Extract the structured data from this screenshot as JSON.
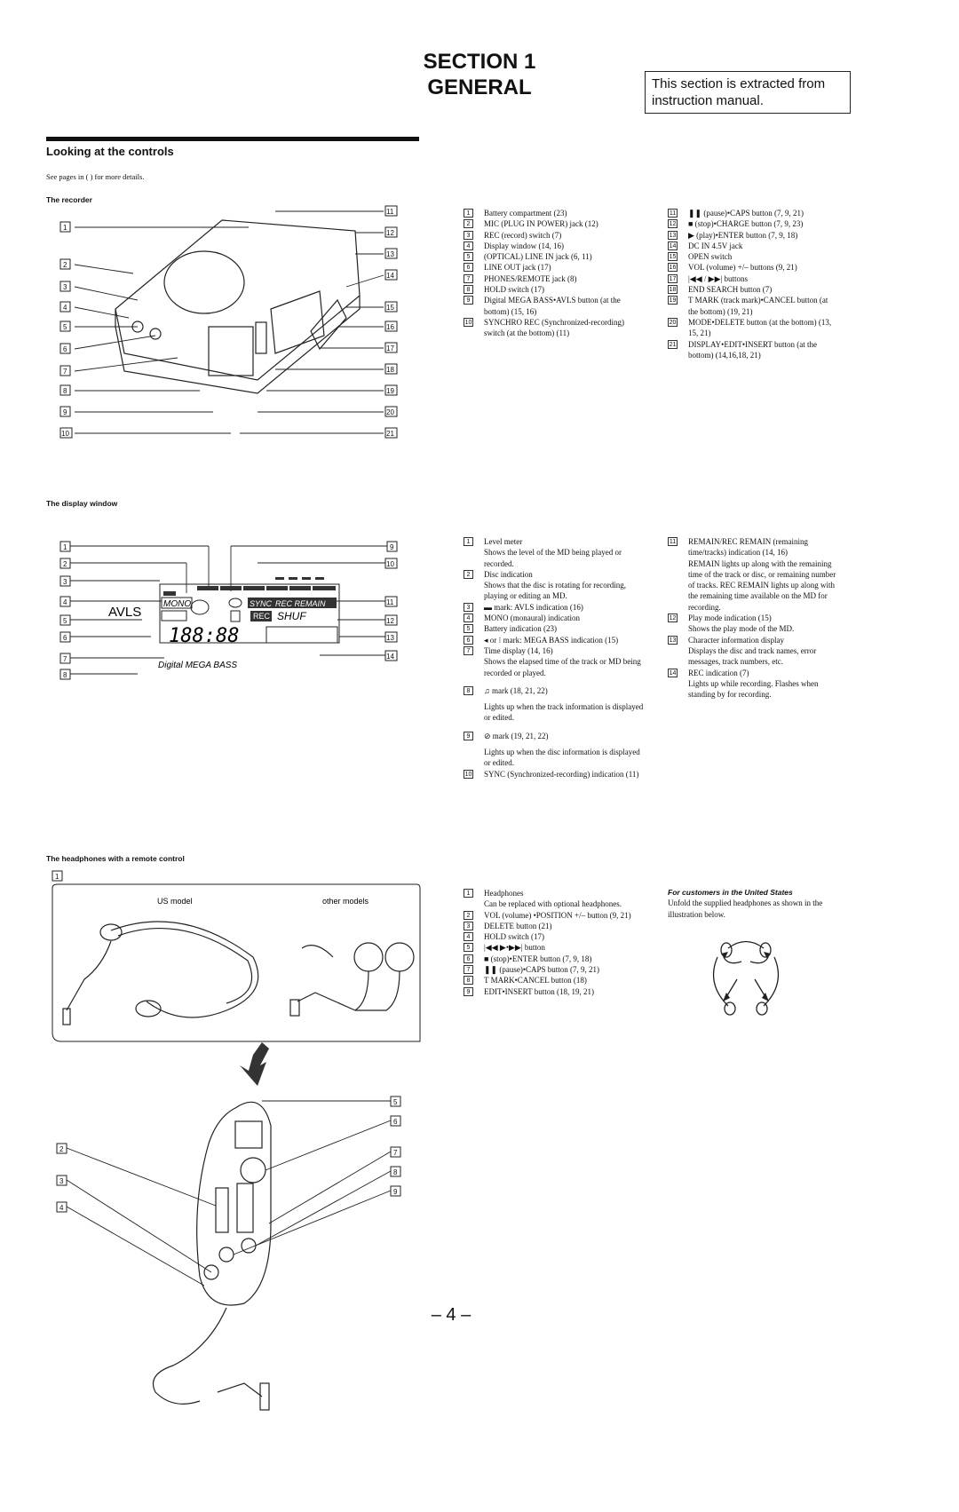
{
  "header": {
    "line1": "SECTION 1",
    "line2": "GENERAL"
  },
  "note": "This section is extracted from instruction manual.",
  "section_title": "Looking at the controls",
  "see_pages": "See pages in ( ) for more details.",
  "recorder": {
    "title": "The recorder",
    "items_col1": [
      {
        "n": "1",
        "text": "Battery compartment (23)"
      },
      {
        "n": "2",
        "text": "MIC (PLUG IN POWER) jack (12)"
      },
      {
        "n": "3",
        "text": "REC (record) switch (7)"
      },
      {
        "n": "4",
        "text": "Display window (14, 16)"
      },
      {
        "n": "5",
        "text": "(OPTICAL) LINE IN jack (6, 11)"
      },
      {
        "n": "6",
        "text": "LINE OUT jack (17)"
      },
      {
        "n": "7",
        "text": "PHONES/REMOTE jack (8)"
      },
      {
        "n": "8",
        "text": "HOLD switch (17)"
      },
      {
        "n": "9",
        "text": "Digital MEGA BASS•AVLS button (at the bottom) (15, 16)"
      },
      {
        "n": "10",
        "text": "SYNCHRO REC (Synchronized-recording) switch (at the bottom) (11)"
      }
    ],
    "items_col2": [
      {
        "n": "11",
        "text": "❚❚ (pause)•CAPS button (7, 9, 21)"
      },
      {
        "n": "12",
        "text": "■ (stop)•CHARGE button (7, 9, 23)"
      },
      {
        "n": "13",
        "text": "▶ (play)•ENTER button (7, 9, 18)"
      },
      {
        "n": "14",
        "text": "DC IN 4.5V jack"
      },
      {
        "n": "15",
        "text": "OPEN switch"
      },
      {
        "n": "16",
        "text": "VOL (volume) +/– buttons (9, 21)"
      },
      {
        "n": "17",
        "text": "|◀◀ / ▶▶| buttons"
      },
      {
        "n": "18",
        "text": "END SEARCH button (7)"
      },
      {
        "n": "19",
        "text": "T MARK (track mark)•CANCEL button (at the bottom) (19, 21)"
      },
      {
        "n": "20",
        "text": "MODE•DELETE button (at the bottom) (13, 15, 21)"
      },
      {
        "n": "21",
        "text": "DISPLAY•EDIT•INSERT button (at the bottom) (14,16,18, 21)"
      }
    ]
  },
  "display": {
    "title": "The display window",
    "lcd": {
      "mono": "MONO",
      "avls": "AVLS",
      "sync": "SYNC",
      "rec_remain": "REC REMAIN",
      "rec": "REC",
      "shuf": "SHUF",
      "time": "188:88",
      "mega": "Digital MEGA BASS"
    },
    "items_col1": [
      {
        "n": "1",
        "text": "Level meter",
        "desc": "Shows the level of the MD being played or recorded."
      },
      {
        "n": "2",
        "text": "Disc indication",
        "desc": "Shows that the disc is rotating for recording, playing or editing an MD."
      },
      {
        "n": "3",
        "text": "▬ mark: AVLS indication (16)",
        "desc": ""
      },
      {
        "n": "4",
        "text": "MONO (monaural) indication",
        "desc": ""
      },
      {
        "n": "5",
        "text": "Battery indication (23)",
        "desc": ""
      },
      {
        "n": "6",
        "text": "◂ or ⁝ mark: MEGA BASS indication (15)",
        "desc": ""
      },
      {
        "n": "7",
        "text": "Time display (14, 16)",
        "desc": "Shows the elapsed time of the track or MD being recorded or played."
      },
      {
        "n": "8",
        "text": "♫ mark (18, 21, 22)",
        "desc": "Lights up when the track information is displayed or edited."
      },
      {
        "n": "9",
        "text": "⊘ mark (19, 21, 22)",
        "desc": "Lights up when the disc information is displayed or edited."
      },
      {
        "n": "10",
        "text": "SYNC (Synchronized-recording) indication (11)",
        "desc": ""
      }
    ],
    "items_col2": [
      {
        "n": "11",
        "text": "REMAIN/REC REMAIN (remaining time/tracks) indication (14, 16)",
        "desc": "REMAIN lights up along with the remaining time of the track or disc, or remaining number of tracks. REC REMAIN lights up along with the remaining time available on the MD for recording."
      },
      {
        "n": "12",
        "text": "Play mode indication (15)",
        "desc": "Shows the play mode of the MD."
      },
      {
        "n": "13",
        "text": "Character information display",
        "desc": "Displays the disc and track names, error messages, track numbers, etc."
      },
      {
        "n": "14",
        "text": "REC indication (7)",
        "desc": "Lights up while recording. Flashes when standing by for recording."
      }
    ]
  },
  "headphones": {
    "title": "The headphones with a remote control",
    "us_model": "US model",
    "other_models": "other models",
    "items": [
      {
        "n": "1",
        "text": "Headphones",
        "desc": "Can be replaced with optional headphones."
      },
      {
        "n": "2",
        "text": "VOL (volume) •POSITION +/– button (9, 21)",
        "desc": ""
      },
      {
        "n": "3",
        "text": "DELETE button (21)",
        "desc": ""
      },
      {
        "n": "4",
        "text": "HOLD switch (17)",
        "desc": ""
      },
      {
        "n": "5",
        "text": "|◀◀ ▶•▶▶| button",
        "desc": ""
      },
      {
        "n": "6",
        "text": "■ (stop)•ENTER button (7, 9, 18)",
        "desc": ""
      },
      {
        "n": "7",
        "text": "❚❚ (pause)•CAPS button (7, 9, 21)",
        "desc": ""
      },
      {
        "n": "8",
        "text": "T MARK•CANCEL button (18)",
        "desc": ""
      },
      {
        "n": "9",
        "text": "EDIT•INSERT button (18, 19, 21)",
        "desc": ""
      }
    ],
    "us_note_title": "For customers in the United States",
    "us_note_text": "Unfold the supplied headphones as shown in the illustration below."
  },
  "page_number": "– 4 –"
}
